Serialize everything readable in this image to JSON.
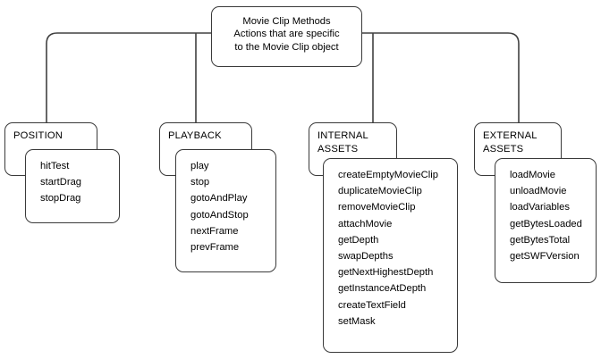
{
  "diagram": {
    "title_box": {
      "lines": [
        "Movie Clip Methods",
        "Actions that are specific",
        "to the Movie Clip object"
      ]
    },
    "groups": [
      {
        "id": "position",
        "header_lines": [
          "POSITION"
        ],
        "methods": [
          "hitTest",
          "startDrag",
          "stopDrag"
        ]
      },
      {
        "id": "playback",
        "header_lines": [
          "PLAYBACK"
        ],
        "methods": [
          "play",
          "stop",
          "gotoAndPlay",
          "gotoAndStop",
          "nextFrame",
          "prevFrame"
        ]
      },
      {
        "id": "internal-assets",
        "header_lines": [
          "INTERNAL",
          "ASSETS"
        ],
        "methods": [
          "createEmptyMovieClip",
          "duplicateMovieClip",
          "removeMovieClip",
          "attachMovie",
          "getDepth",
          "swapDepths",
          "getNextHighestDepth",
          "getInstanceAtDepth",
          "createTextField",
          "setMask"
        ]
      },
      {
        "id": "external-assets",
        "header_lines": [
          "EXTERNAL",
          "ASSETS"
        ],
        "methods": [
          "loadMovie",
          "unloadMovie",
          "loadVariables",
          "getBytesLoaded",
          "getBytesTotal",
          "getSWFVersion"
        ]
      }
    ],
    "colors": {
      "stroke": "#3a3a3a",
      "connector": "#404040",
      "background": "#ffffff",
      "text": "#000000"
    }
  }
}
